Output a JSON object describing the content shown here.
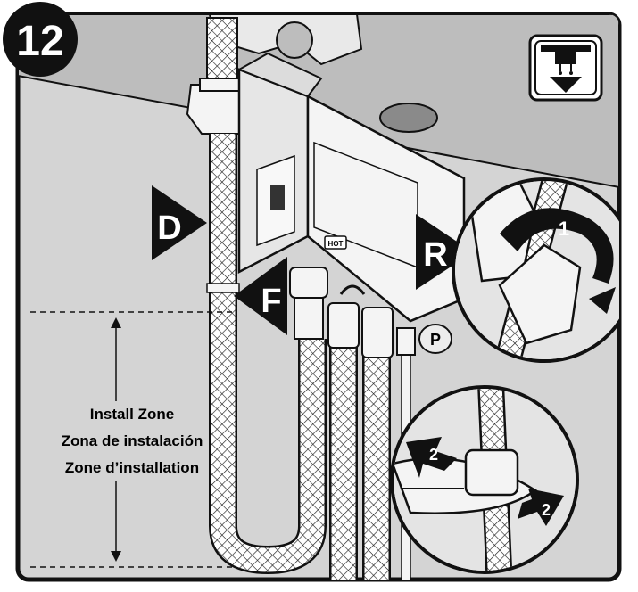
{
  "step": {
    "number": "12"
  },
  "callouts": {
    "d": "D",
    "f": "F",
    "r": "R",
    "hot": "HOT",
    "p": "P",
    "one": "1",
    "two_a": "2",
    "two_b": "2"
  },
  "install_zone": {
    "line1": "Install Zone",
    "line2": "Zona de instalación",
    "line3": "Zone d’installation"
  },
  "icons": {
    "mount": "under-counter-mount-icon"
  },
  "colors": {
    "background": "#d4d4d4",
    "countertop": "#bdbdbd",
    "unit": "#f2f2f2",
    "outline": "#111111",
    "hose": "#ffffff"
  }
}
